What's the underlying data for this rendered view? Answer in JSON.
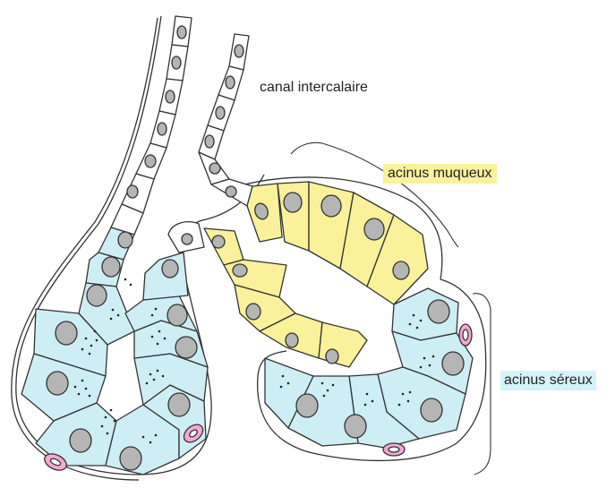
{
  "labels": {
    "canal": "canal intercalaire",
    "muqueux": "acinus muqueux",
    "sereux": "acinus séreux"
  },
  "colors": {
    "serous": "#cdeef5",
    "mucous": "#fbf19a",
    "nucleus": "#b5b5b5",
    "myoepithelial": "#f6a8d4",
    "outline": "#333333",
    "label_muqueux_bg": "#fbf19a",
    "label_sereux_bg": "#d4f3fa"
  }
}
